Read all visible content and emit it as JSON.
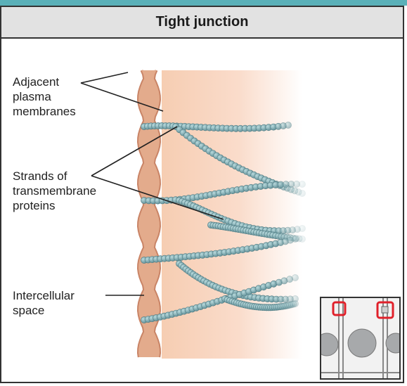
{
  "title": "Tight junction",
  "labels": {
    "adjacent": [
      "Adjacent",
      "plasma",
      "membranes"
    ],
    "strands": [
      "Strands of",
      "transmembrane",
      "proteins"
    ],
    "intercellular": [
      "Intercellular",
      "space"
    ]
  },
  "colors": {
    "membrane": "#e3ab8c",
    "membrane_edge": "#c98466",
    "cell": "#f8d5bd",
    "bead": "#6f9ea6",
    "bead_light": "#a9cdd2",
    "inset_highlight": "#e0202a",
    "inset_nucleus": "#a7a9ab"
  }
}
